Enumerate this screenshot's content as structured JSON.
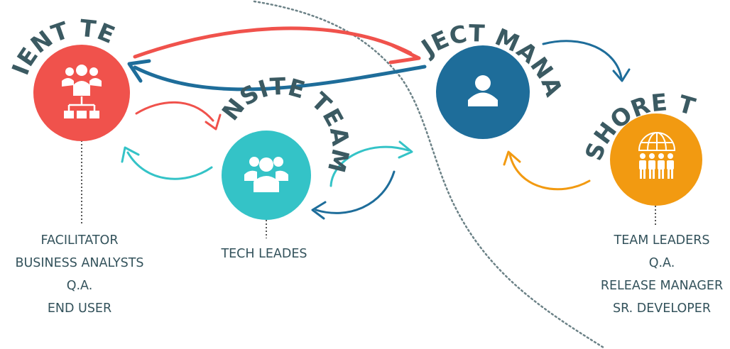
{
  "nodes": {
    "client": {
      "title": "CLIENT TEAM",
      "color": "#f0524c",
      "icon": "team-hierarchy-icon",
      "roles": [
        "FACILITATOR",
        "BUSINESS ANALYSTS",
        "Q.A.",
        "END USER"
      ]
    },
    "onsite": {
      "title": "ONSITE TEAM",
      "color": "#34c3c7",
      "icon": "group-icon",
      "roles": [
        "TECH LEADES"
      ]
    },
    "manager": {
      "title": "PROJECT MANAGER",
      "color": "#1e6d9a",
      "icon": "user-icon"
    },
    "offshore": {
      "title": "OFFSHORE TEAM",
      "color": "#f29a11",
      "icon": "globe-people-icon",
      "roles": [
        "TEAM LEADERS",
        "Q.A.",
        "RELEASE MANAGER",
        "SR. DEVELOPER"
      ]
    }
  },
  "colors": {
    "title_text": "#3b5a62",
    "role_text": "#33525b",
    "connector": "#555555",
    "divider": "#6c8287"
  }
}
